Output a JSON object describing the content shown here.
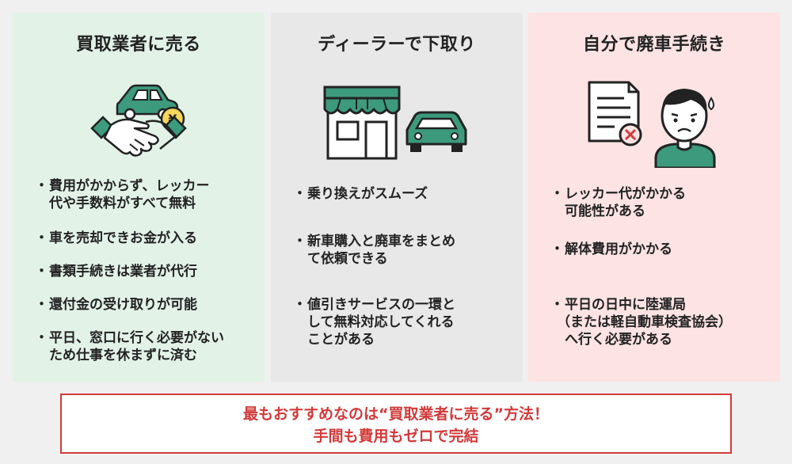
{
  "columns": [
    {
      "title": "買取業者に売る",
      "icon": "handshake-car-yen-icon",
      "items": [
        [
          "費用がかからず、レッカー",
          "代や手数料がすべて無料"
        ],
        [
          "車を売却できお金が入る"
        ],
        [
          "書類手続きは業者が代行"
        ],
        [
          "還付金の受け取りが可能"
        ],
        [
          "平日、窓口に行く必要がない",
          "ため仕事を休まずに済む"
        ]
      ]
    },
    {
      "title": "ディーラーで下取り",
      "icon": "dealer-shop-car-icon",
      "items": [
        [
          "乗り換えがスムーズ"
        ],
        [
          "新車購入と廃車をまとめ",
          "て依頼できる"
        ],
        [
          "値引きサービスの一環と",
          "して無料対応してくれる",
          "ことがある"
        ]
      ]
    },
    {
      "title": "自分で廃車手続き",
      "icon": "document-worried-person-icon",
      "items": [
        [
          "レッカー代がかかる",
          "可能性がある"
        ],
        [
          "解体費用がかかる"
        ],
        [
          "平日の日中に陸運局",
          "（または軽自動車検査協会）",
          "へ行く必要がある"
        ]
      ]
    }
  ],
  "bullet": "・",
  "yen_symbol": "¥",
  "banner": {
    "line1": "最もおすすめなのは“買取業者に売る”方法！",
    "line2": "手間も費用もゼロで完結"
  },
  "colors": {
    "green": "#3d9a7c",
    "red": "#d23a3a",
    "col1_bg": "#e2f2e7",
    "col2_bg": "#e8e8e8",
    "col3_bg": "#fde3e3"
  }
}
